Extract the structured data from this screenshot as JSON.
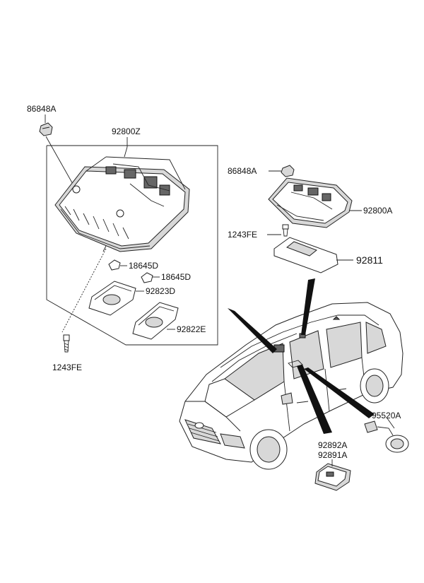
{
  "labels": {
    "clip_left": "86848A",
    "console_left": "92800Z",
    "bulb_a": "18645D",
    "bulb_b": "18645D",
    "lens_d": "92823D",
    "lens_e": "92822E",
    "screw_left": "1243FE",
    "clip_right": "86848A",
    "console_right": "92800A",
    "screw_right": "1243FE",
    "lamp_room": "92811",
    "lamp_door_a": "92892A",
    "lamp_door_b": "92891A",
    "lamp_rear": "95520A"
  }
}
